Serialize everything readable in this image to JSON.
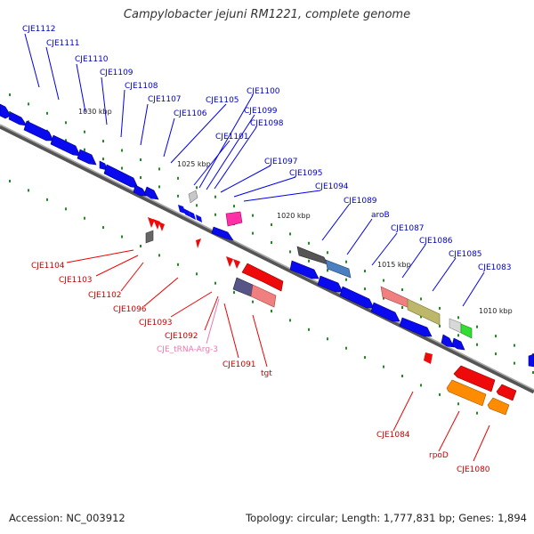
{
  "title": "Campylobacter jejuni RM1221, complete genome",
  "footer": {
    "accession": "Accession: NC_003912",
    "topology": "Topology: circular; Length: 1,777,831 bp; Genes: 1,894"
  },
  "ticks": [
    "1030 kbp",
    "1025 kbp",
    "1020 kbp",
    "1015 kbp",
    "1010 kbp"
  ],
  "top_labels": [
    "CJE1112",
    "CJE1111",
    "CJE1110",
    "CJE1109",
    "CJE1108",
    "CJE1107",
    "CJE1106",
    "CJE1105",
    "CJE1100",
    "CJE1099",
    "CJE1098",
    "CJE1101",
    "CJE1097",
    "CJE1095",
    "CJE1094",
    "CJE1089",
    "aroB",
    "CJE1087",
    "CJE1086",
    "CJE1085",
    "CJE1083"
  ],
  "bottom_labels": [
    "CJE1104",
    "CJE1103",
    "CJE1102",
    "CJE1096",
    "CJE1093",
    "CJE1092",
    "CJE_tRNA-Arg-3",
    "CJE1091",
    "tgt",
    "CJE1084",
    "rpoD",
    "CJE1080"
  ],
  "colors": {
    "forward_gene": "#0000ee",
    "reverse_gene": "#ee0000",
    "trna": "#e87ab0",
    "gc_dots": "#228b22",
    "backbone": "#888888"
  }
}
